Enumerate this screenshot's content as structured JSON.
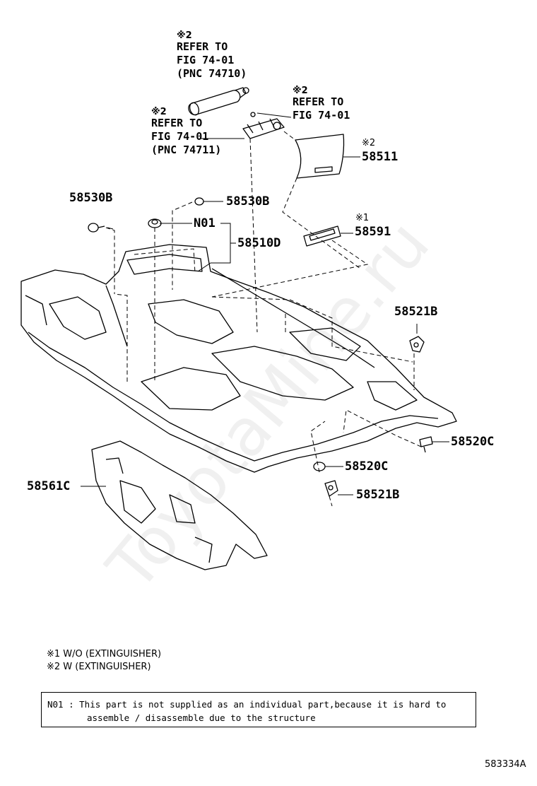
{
  "diagram": {
    "id": "583334A",
    "watermark": "ToyotaMine.ru",
    "parts": {
      "p58511": "58511",
      "p58530b_left": "58530B",
      "p58530b_top": "58530B",
      "n01": "N01",
      "p58510d": "58510D",
      "p58591": "58591",
      "p58521b_right": "58521B",
      "p58520c_right": "58520C",
      "p58520c_mid": "58520C",
      "p58521b_bottom": "58521B",
      "p58561c": "58561C"
    },
    "marks": {
      "m58591": "※1",
      "m58511": "※2"
    },
    "refs": [
      {
        "mark": "※2",
        "line1": "REFER TO",
        "line2": "FIG 74-01",
        "line3": "(PNC 74710)"
      },
      {
        "mark": "※2",
        "line1": "REFER TO",
        "line2": "FIG 74-01",
        "line3": ""
      },
      {
        "mark": "※2",
        "line1": "REFER TO",
        "line2": "FIG 74-01",
        "line3": "(PNC 74711)"
      }
    ],
    "legend": [
      "※1  W/O (EXTINGUISHER)",
      "※2  W (EXTINGUISHER)"
    ],
    "note": {
      "line1": "N01 : This part is not supplied as an individual part,because it is hard to",
      "line2": "assemble / disassemble due to the structure"
    }
  }
}
